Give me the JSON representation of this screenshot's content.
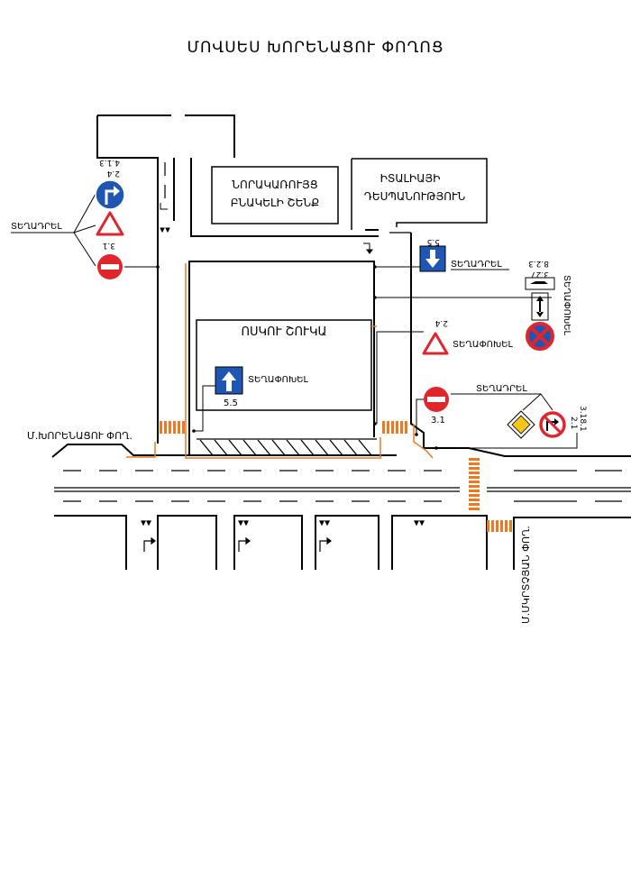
{
  "title": "ՄՈՎՍԵՍ ԽՈՐԵՆԱՑՈՒ ՓՈՂՈՑ",
  "buildings": {
    "residential_line1": "ՆՈՐԱԿԱՌՈՒՅՑ",
    "residential_line2": "ԲՆԱԿԵԼԻ ՇԵՆՔ",
    "embassy_line1": "ԻՏԱԼԻԱՅԻ",
    "embassy_line2": "ԴԵՍՊԱՆՈՒԹՅՈՒՆ",
    "market": "ՈՍԿՈՒ ՇՈՒԿԱ"
  },
  "streets": {
    "main": "Մ.ԽՈՐԵՆԱՑՈՒ ՓՈՂ.",
    "side": "Մ.ՄԿՐՏՉՅԱՆ ՓՈՂ."
  },
  "labels": {
    "tegadrel": "ՏԵՂԱԴՐԵԼ",
    "tegapokhel": "ՏԵՂԱՓՈԽԵԼ"
  },
  "signs": {
    "s_4_1_3": "4.1.3",
    "s_2_4": "2.4",
    "s_3_1": "3.1",
    "s_5_5": "5.5",
    "s_8_2_3": "8.2.3",
    "s_3_27": "3.27",
    "s_2_1": "2.1",
    "s_3_18_1": "3.18.1"
  },
  "colors": {
    "sign_blue": "#1f56b3",
    "sign_red": "#e0262b",
    "crosswalk": "#f07820",
    "sign_yellow": "#f5c518"
  }
}
